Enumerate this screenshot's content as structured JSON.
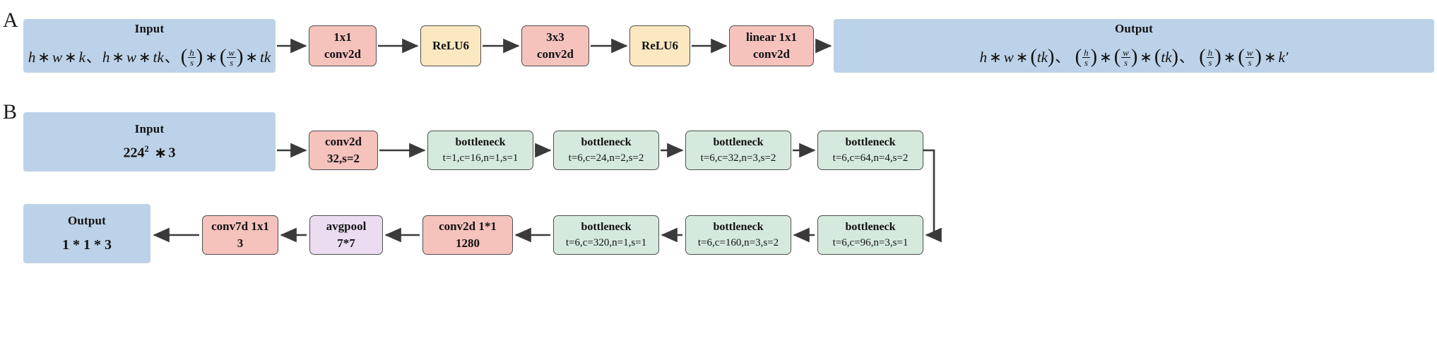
{
  "panels": [
    {
      "letter": "A"
    },
    {
      "letter": "B"
    }
  ],
  "panelA": {
    "letter": "A",
    "input": {
      "title": "Input",
      "formula_plain": "h * w * k、 h * w * tk、 (h/s) * (w/s) * tk",
      "terms": [
        {
          "vars": [
            "h",
            "w",
            "k"
          ]
        },
        {
          "vars": [
            "h",
            "w",
            "tk"
          ]
        },
        {
          "vars": [
            "h/s",
            "w/s",
            "tk"
          ]
        }
      ]
    },
    "blocks": [
      {
        "id": "conv1x1",
        "line1": "1x1",
        "line2": "conv2d",
        "color": "#f5c2bc",
        "kind": "op"
      },
      {
        "id": "relu6-a",
        "line1": "ReLU6",
        "line2": "",
        "color": "#fce8c0",
        "kind": "act"
      },
      {
        "id": "conv3x3",
        "line1": "3x3",
        "line2": "conv2d",
        "color": "#f5c2bc",
        "kind": "op"
      },
      {
        "id": "relu6-b",
        "line1": "ReLU6",
        "line2": "",
        "color": "#fce8c0",
        "kind": "act"
      },
      {
        "id": "linear1x1",
        "line1": "linear 1x1",
        "line2": "conv2d",
        "color": "#f5c2bc",
        "kind": "op"
      }
    ],
    "output": {
      "title": "Output",
      "formula_plain": "h * w * (tk)、 (h/s) * (w/s) * (tk)、 (h/s) * (w/s) * k'"
    }
  },
  "panelB": {
    "letter": "B",
    "input": {
      "title": "Input",
      "line2": "224² * 3",
      "base": "224",
      "exp": "2",
      "mult": "3"
    },
    "row1": [
      {
        "id": "conv2d-32",
        "line1": "conv2d",
        "line2": "32,s=2",
        "kind": "op"
      },
      {
        "id": "btl-1",
        "line1": "bottleneck",
        "line2": "t=1,c=16,n=1,s=1",
        "kind": "btl"
      },
      {
        "id": "btl-2",
        "line1": "bottleneck",
        "line2": "t=6,c=24,n=2,s=2",
        "kind": "btl"
      },
      {
        "id": "btl-3",
        "line1": "bottleneck",
        "line2": "t=6,c=32,n=3,s=2",
        "kind": "btl"
      },
      {
        "id": "btl-4",
        "line1": "bottleneck",
        "line2": "t=6,c=64,n=4,s=2",
        "kind": "btl"
      }
    ],
    "row2": [
      {
        "id": "btl-5",
        "line1": "bottleneck",
        "line2": "t=6,c=96,n=3,s=1",
        "kind": "btl"
      },
      {
        "id": "btl-6",
        "line1": "bottleneck",
        "line2": "t=6,c=160,n=3,s=2",
        "kind": "btl"
      },
      {
        "id": "btl-7",
        "line1": "bottleneck",
        "line2": "t=6,c=320,n=1,s=1",
        "kind": "btl"
      },
      {
        "id": "conv2d-1280",
        "line1": "conv2d 1*1",
        "line2": "1280",
        "kind": "op"
      },
      {
        "id": "avgpool",
        "line1": "avgpool",
        "line2": "7*7",
        "kind": "pool"
      },
      {
        "id": "conv7d",
        "line1": "conv7d 1x1",
        "line2": "3",
        "kind": "op"
      }
    ],
    "output": {
      "title": "Output",
      "line2": "1 * 1 * 3"
    }
  },
  "colors": {
    "io_fill": "#bcd2e8",
    "op_fill": "#f5c2bc",
    "act_fill": "#fce8c0",
    "bottleneck_fill": "#d6e9dd",
    "pool_fill": "#ecdcf2",
    "stroke": "#4f4f4f",
    "arrow": "#3a3a3a",
    "background": "#ffffff",
    "text": "#111111"
  }
}
